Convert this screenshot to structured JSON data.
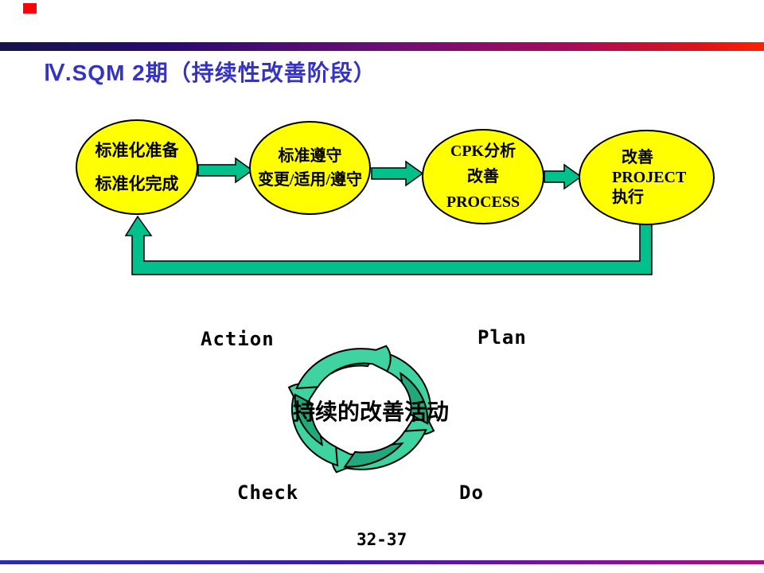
{
  "slide": {
    "title": "Ⅳ.SQM 2期（持续性改善阶段）",
    "page_number": "32-37"
  },
  "flow": {
    "ellipses": [
      {
        "lines": [
          "标准化准备",
          "标准化完成"
        ]
      },
      {
        "lines": [
          "标准遵守",
          "变更/适用/遵守"
        ]
      },
      {
        "lines": [
          "CPK分析",
          "改善",
          "PROCESS"
        ]
      },
      {
        "lines": [
          "改善",
          "PROJECT",
          "执行"
        ]
      }
    ]
  },
  "cycle": {
    "center_text": "持续的改善活动",
    "labels": {
      "action": "Action",
      "plan": "Plan",
      "do": "Do",
      "check": "Check"
    }
  },
  "icons": {
    "flow_arrow": "block-arrow-right",
    "feedback_arrow": "return-loop-arrow-up",
    "cycle_arrows": "circular-clockwise-arrows"
  },
  "colors": {
    "title-blue": "#3433c4",
    "ellipse-yellow": "#ffff00",
    "teal-green": "#00c08c",
    "cycle-dark-green": "#21a87d",
    "cycle-light-green": "#3ed3a0",
    "accent-red": "#fb0207"
  }
}
